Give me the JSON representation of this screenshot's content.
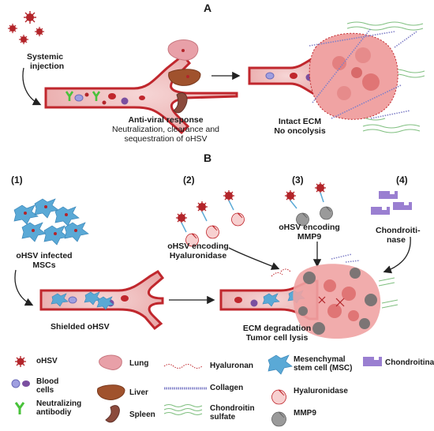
{
  "panel_a": {
    "label": "A",
    "injection": [
      "Systemic",
      "injection"
    ],
    "antiviral_title": "Anti-viral response",
    "antiviral_body": [
      "Neutralization, clearance and",
      "sequestration of  oHSV"
    ],
    "intact": [
      "Intact ECM",
      "No oncolysis"
    ]
  },
  "panel_b": {
    "label": "B",
    "steps": [
      {
        "num": "(1)",
        "caption": [
          "oHSV infected",
          "MSCs"
        ]
      },
      {
        "num": "(2)",
        "caption": [
          "oHSV encoding",
          "Hyaluronidase"
        ]
      },
      {
        "num": "(3)",
        "caption": [
          "oHSV encoding",
          "MMP9"
        ]
      },
      {
        "num": "(4)",
        "caption": [
          "Chondroiti-",
          "nase"
        ]
      }
    ],
    "shielded": "Shielded  oHSV",
    "degradation": [
      "ECM degradation",
      "Tumor cell lysis"
    ]
  },
  "legend": {
    "ohsv": "oHSV",
    "blood_cells": [
      "Blood",
      "cells"
    ],
    "neutralizing_antibody": [
      "Neutralizing",
      "antibodiy"
    ],
    "lung": "Lung",
    "liver": "Liver",
    "spleen": "Spleen",
    "hyaluronan": "Hyaluronan",
    "collagen": "Collagen",
    "chondroitin_sulfate": [
      "Chondroitin",
      "sulfate"
    ],
    "msc": [
      "Mesenchymal",
      "stem cell (MSC)"
    ],
    "hyaluronidase": "Hyaluronidase",
    "mmp9": "MMP9",
    "chondroitinase": "Chondroitinase"
  },
  "colors": {
    "vessel": "#c0272d",
    "virus": "#b3252a",
    "msc": "#5aa9d6",
    "antibody": "#48c23a",
    "tumor": "#f0a3a3",
    "enzyme_purple": "#9a7fd1",
    "mmp9_gray": "#9a9a9a",
    "organ_pink": "#e8a0a8",
    "liver_brown": "#a0522d",
    "spleen_brown": "#8b4a3c",
    "green_fiber": "#7fbf7f",
    "collagen_blue": "#8080c8"
  }
}
